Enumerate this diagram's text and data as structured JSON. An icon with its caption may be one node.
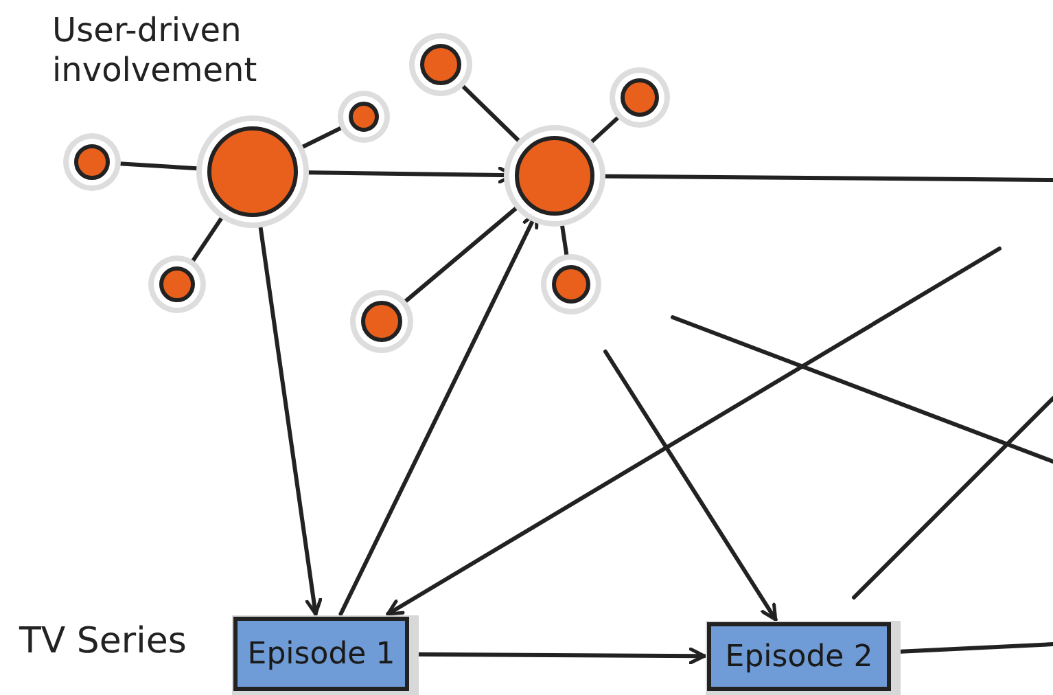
{
  "diagram": {
    "nodes": [
      {
        "text": [],
        "shape": "circle",
        "beside": [
          "User-driven involvement"
        ]
      },
      {
        "text": [],
        "shape": "circle"
      },
      {
        "text": [],
        "shape": "circle"
      },
      {
        "text": [],
        "shape": "circle"
      },
      {
        "text": [],
        "shape": "circle"
      },
      {
        "text": [],
        "shape": "circle"
      },
      {
        "text": [],
        "shape": "circle"
      },
      {
        "text": [],
        "shape": "circle"
      },
      {
        "text": [],
        "shape": "circle"
      },
      {
        "text": [
          "Episode 1"
        ],
        "beside": [
          "TV Series"
        ]
      },
      {
        "text": [
          "Episode 2"
        ]
      }
    ],
    "edges": [
      {
        "from": 0,
        "to": 4,
        "arrow": "to"
      },
      {
        "from": 0,
        "to": 9,
        "arrow": "to"
      },
      {
        "from": 9,
        "to": 4,
        "arrow": "to"
      },
      {
        "from": null,
        "to": 10,
        "arrow": "to"
      },
      {
        "from": null,
        "to": 9,
        "arrow": "to"
      },
      {
        "from": 4,
        "to": null,
        "arrow": "none"
      },
      {
        "from": 10,
        "to": null,
        "arrow": "none"
      },
      {
        "from": 9,
        "to": 10,
        "arrow": "to"
      },
      {
        "from": 10,
        "to": null,
        "arrow": "none"
      },
      {
        "from": 0,
        "to": 1,
        "arrow": "none"
      },
      {
        "from": 0,
        "to": 2,
        "arrow": "none"
      },
      {
        "from": 0,
        "to": 3,
        "arrow": "none"
      },
      {
        "from": 4,
        "to": 5,
        "arrow": "none"
      },
      {
        "from": 4,
        "to": 6,
        "arrow": "none"
      },
      {
        "from": 4,
        "to": 7,
        "arrow": "none"
      },
      {
        "from": 4,
        "to": 8,
        "arrow": "none"
      }
    ]
  }
}
